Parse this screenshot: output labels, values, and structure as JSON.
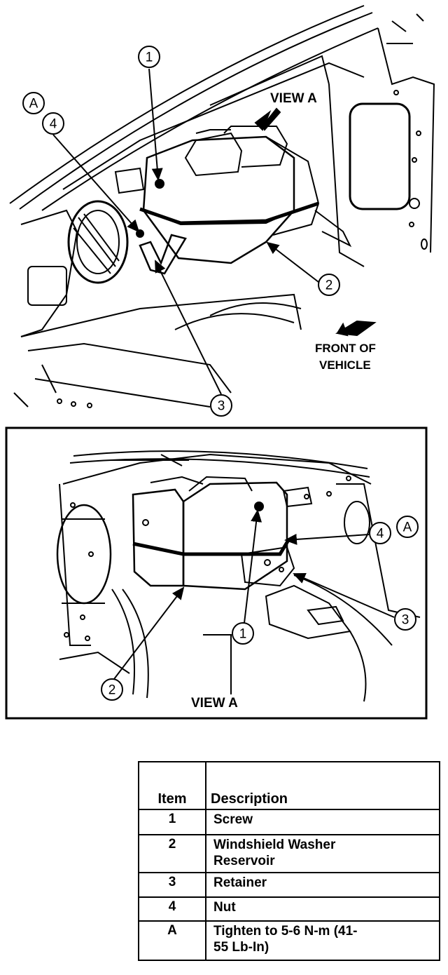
{
  "top_view": {
    "view_label": "VIEW A",
    "front_label_line1": "FRONT OF",
    "front_label_line2": "VEHICLE",
    "callouts": [
      "1",
      "2",
      "3",
      "4",
      "A"
    ]
  },
  "bottom_view": {
    "caption": "VIEW A",
    "callouts": [
      "1",
      "2",
      "3",
      "4",
      "A"
    ]
  },
  "legend": {
    "header_item": "Item",
    "header_description": "Description",
    "rows": [
      {
        "item": "1",
        "description": "Screw"
      },
      {
        "item": "2",
        "description": "Windshield Washer Reservoir"
      },
      {
        "item": "3",
        "description": "Retainer"
      },
      {
        "item": "4",
        "description": "Nut"
      },
      {
        "item": "A",
        "description": "Tighten to 5-6 N-m (41-55 Lb-In)"
      }
    ]
  }
}
